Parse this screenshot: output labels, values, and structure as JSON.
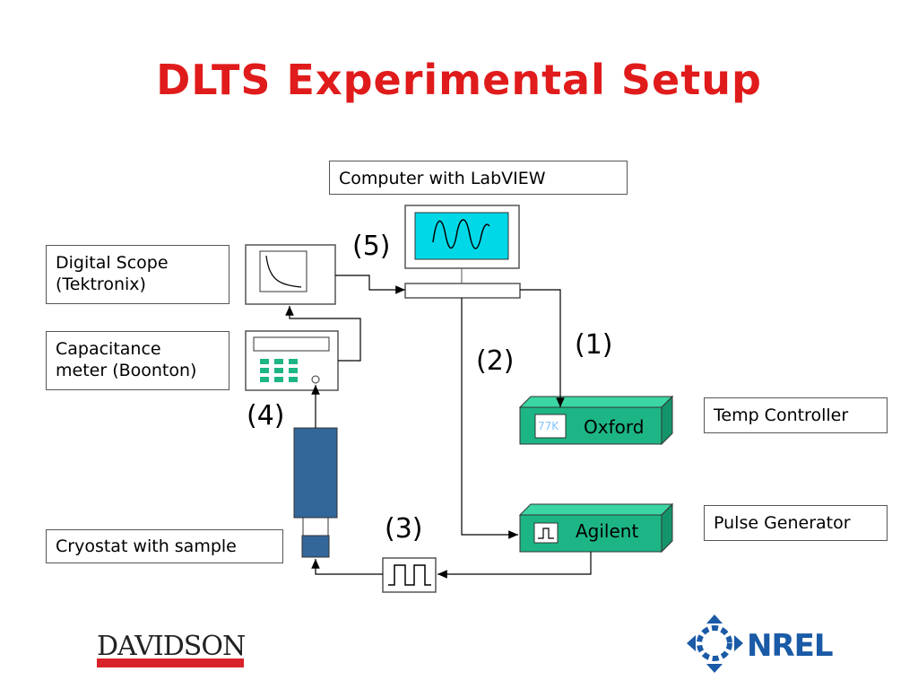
{
  "title": "DLTS Experimental Setup",
  "labels": {
    "computer": "Computer with LabVIEW",
    "scope_line1": "Digital Scope",
    "scope_line2": "(Tektronix)",
    "cap_line1": "Capacitance",
    "cap_line2": "meter (Boonton)",
    "cryostat": "Cryostat with sample",
    "temp": "Temp Controller",
    "pulse": "Pulse Generator"
  },
  "connections": {
    "c1": "(1)",
    "c2": "(2)",
    "c3": "(3)",
    "c4": "(4)",
    "c5": "(5)"
  },
  "instruments": {
    "oxford": "Oxford",
    "oxford_display": "77K",
    "agilent": "Agilent"
  },
  "logos": {
    "davidson": "DAVIDSON",
    "nrel": "NREL"
  },
  "colors": {
    "title": "#e01b1b",
    "instrument_green": "#1db585",
    "cryostat_blue": "#336699",
    "monitor_cyan": "#00d8e8"
  }
}
